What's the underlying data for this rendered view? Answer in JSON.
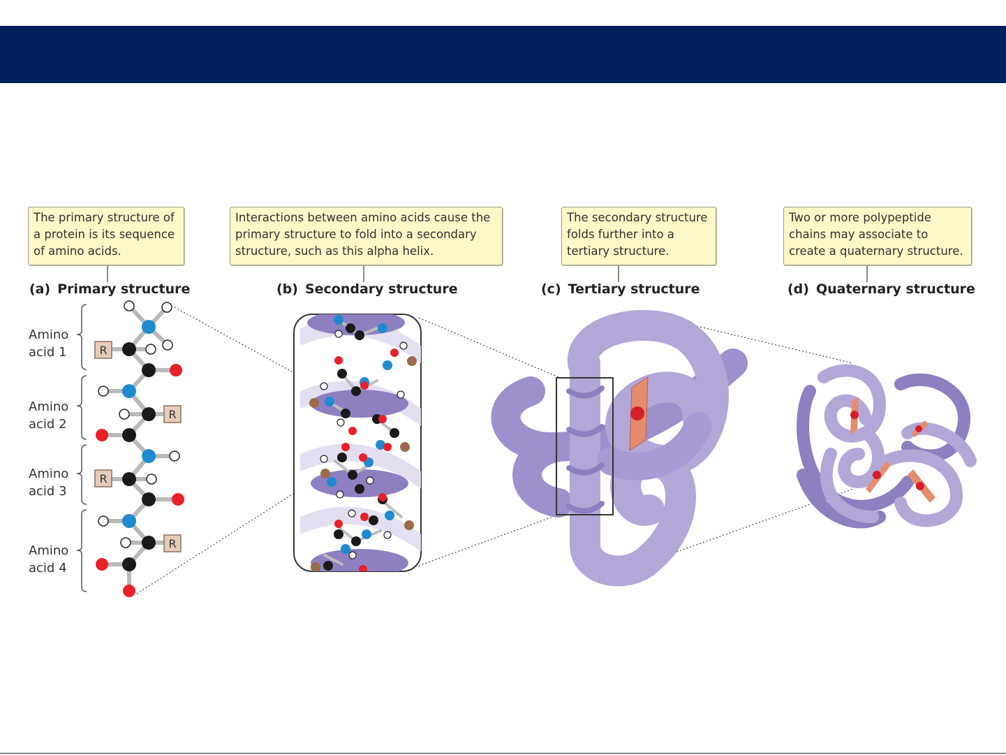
{
  "colors": {
    "banner": "#00215e",
    "callout_bg": "#fdf8c8",
    "protein": "#b3a7d8",
    "protein_dark": "#8e7fc1",
    "oxygen": "#e8202a",
    "nitrogen": "#1f8ad0",
    "carbon": "#1a1a1a",
    "side_chain": "#9c6b4a",
    "heme": "#e58c6d"
  },
  "callouts": {
    "a": [
      "The primary structure of",
      "a protein is its sequence",
      "of amino acids."
    ],
    "b": [
      "Interactions between amino acids cause the",
      "primary structure to fold into a secondary",
      "structure, such as this alpha helix."
    ],
    "c": [
      "The secondary structure",
      "folds further into a",
      "tertiary structure."
    ],
    "d": [
      "Two or more polypeptide",
      "chains may associate to",
      "create a quaternary structure."
    ]
  },
  "panels": {
    "a": {
      "letter": "(a)",
      "title": "Primary structure"
    },
    "b": {
      "letter": "(b)",
      "title": "Secondary structure"
    },
    "c": {
      "letter": "(c)",
      "title": "Tertiary structure"
    },
    "d": {
      "letter": "(d)",
      "title": "Quaternary structure"
    }
  },
  "amino_acids": [
    {
      "line1": "Amino",
      "line2": "acid 1"
    },
    {
      "line1": "Amino",
      "line2": "acid 2"
    },
    {
      "line1": "Amino",
      "line2": "acid 3"
    },
    {
      "line1": "Amino",
      "line2": "acid 4"
    }
  ],
  "r_group_label": "R"
}
